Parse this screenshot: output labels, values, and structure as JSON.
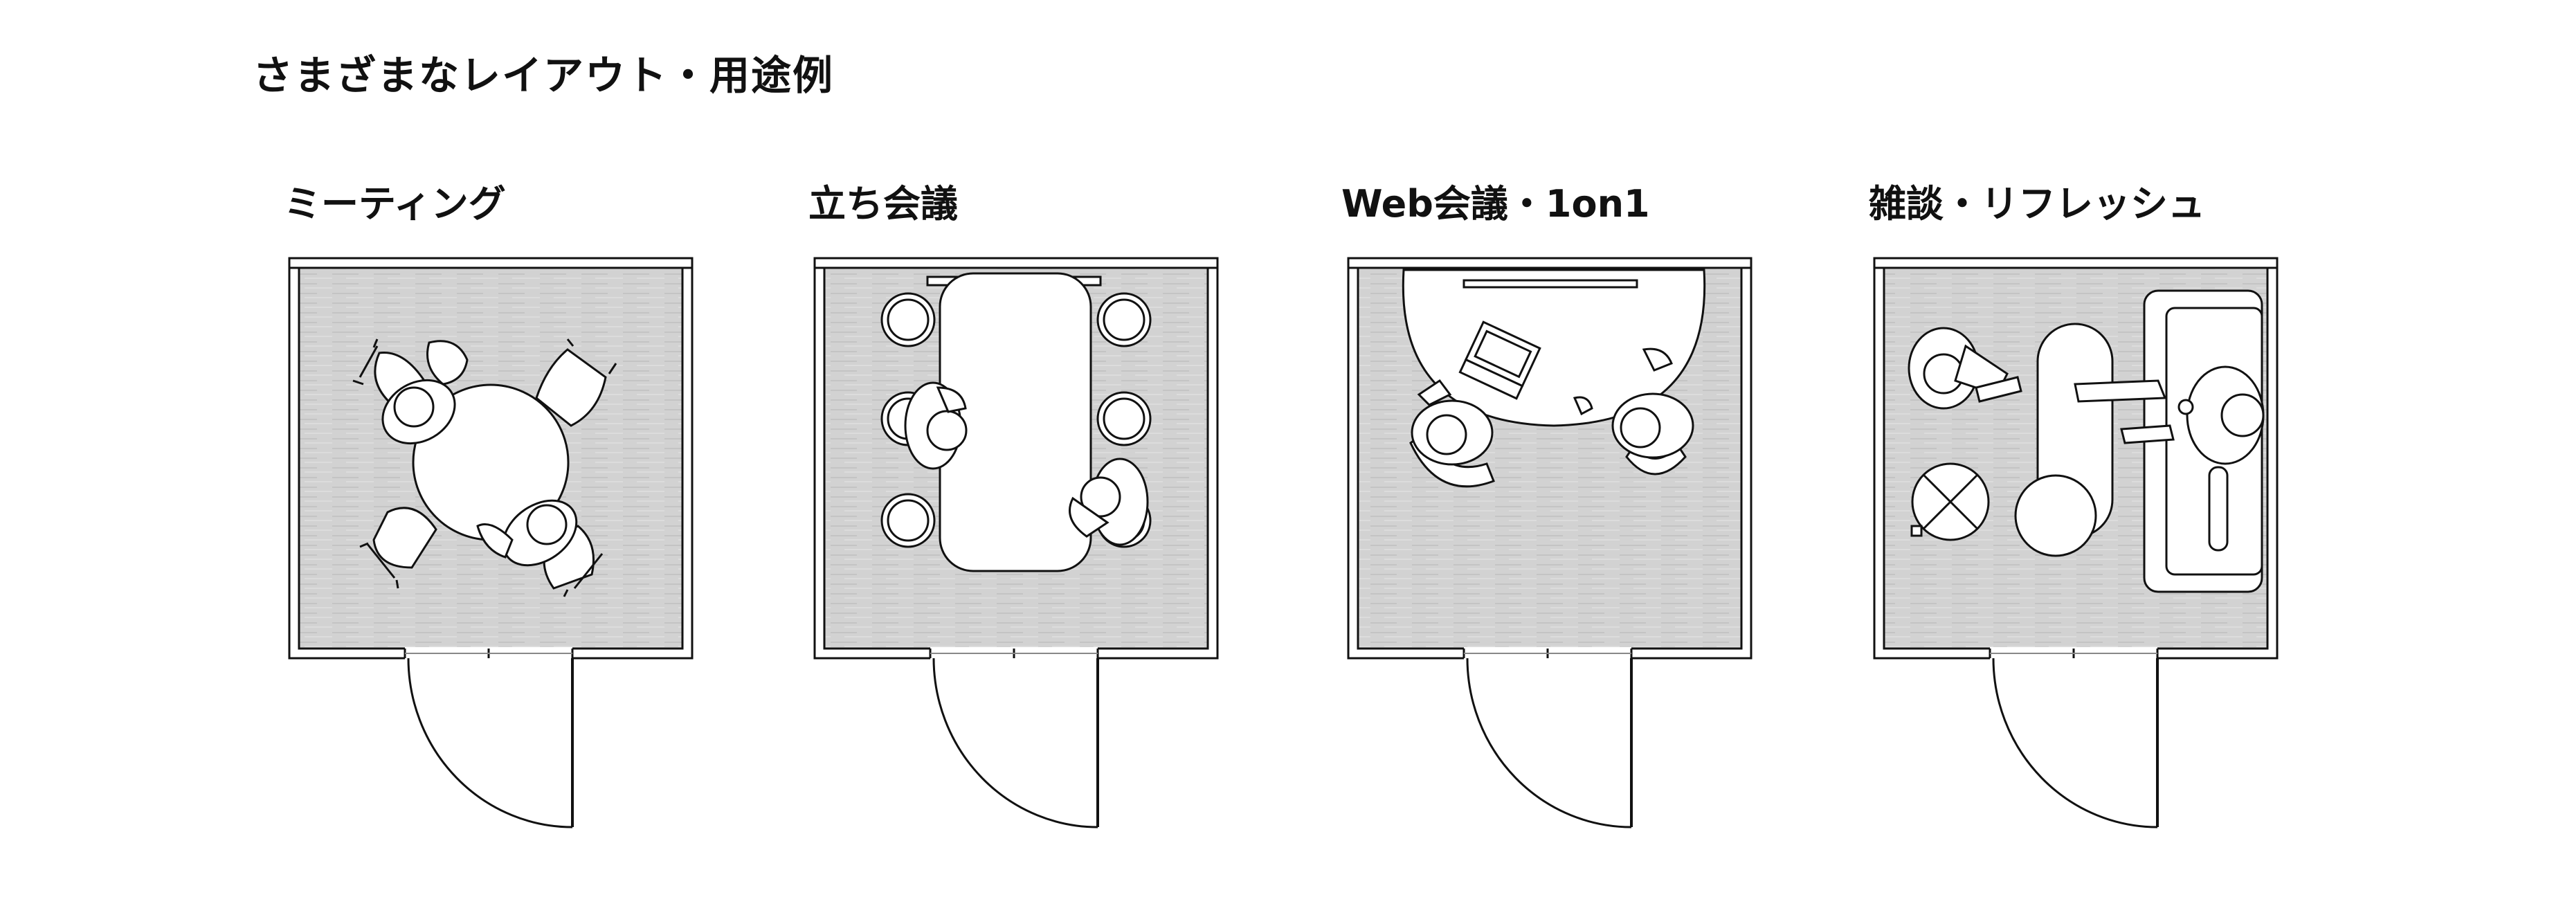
{
  "title": "さまざまなレイアウト・用途例",
  "layouts": [
    {
      "label": "ミーティング"
    },
    {
      "label": "立ち会議"
    },
    {
      "label": "Web会議・1on1"
    },
    {
      "label": "雑談・リフレッシュ"
    }
  ],
  "colors": {
    "floor": "#d2d2d2",
    "line": "#111111",
    "furniture": "#ffffff"
  }
}
